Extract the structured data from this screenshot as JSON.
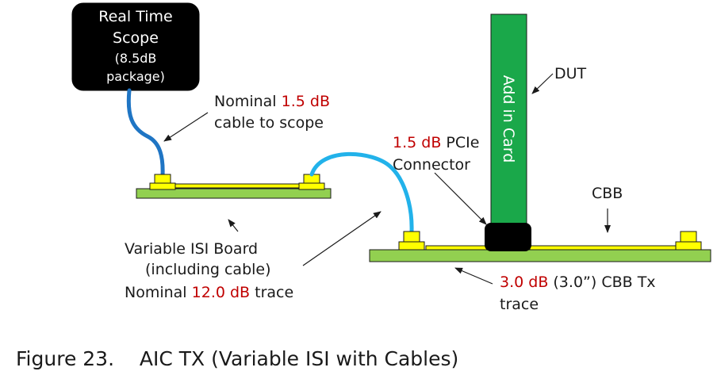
{
  "scope": {
    "line1": "Real Time",
    "line2": "Scope",
    "line3": "(8.5dB",
    "line4": "package)"
  },
  "cable_label": {
    "pre": "Nominal ",
    "value": "1.5 dB",
    "line2": "cable to scope"
  },
  "isi_board_label": {
    "line1": "Variable ISI Board",
    "line2": "(including cable)",
    "pre": "Nominal ",
    "value": "12.0 dB",
    "post": " trace"
  },
  "connector_label": {
    "value": "1.5 dB",
    "post": " PCIe",
    "line2": "Connector"
  },
  "card_label": "Add in Card",
  "dut_label": "DUT",
  "cbb_label": "CBB",
  "cbb_trace_label": {
    "value": "3.0 dB",
    "post": " (3.0”) CBB Tx",
    "line2": "trace"
  },
  "caption": {
    "number": "Figure 23.",
    "title": "AIC TX (Variable ISI with Cables)"
  },
  "colors": {
    "board_green": "#92d050",
    "card_green": "#1aa84a",
    "connector_yellow": "#ffff00",
    "cable_blue": "#1f75c4",
    "cable_light_blue": "#22b2ea",
    "value_red": "#c00000"
  }
}
